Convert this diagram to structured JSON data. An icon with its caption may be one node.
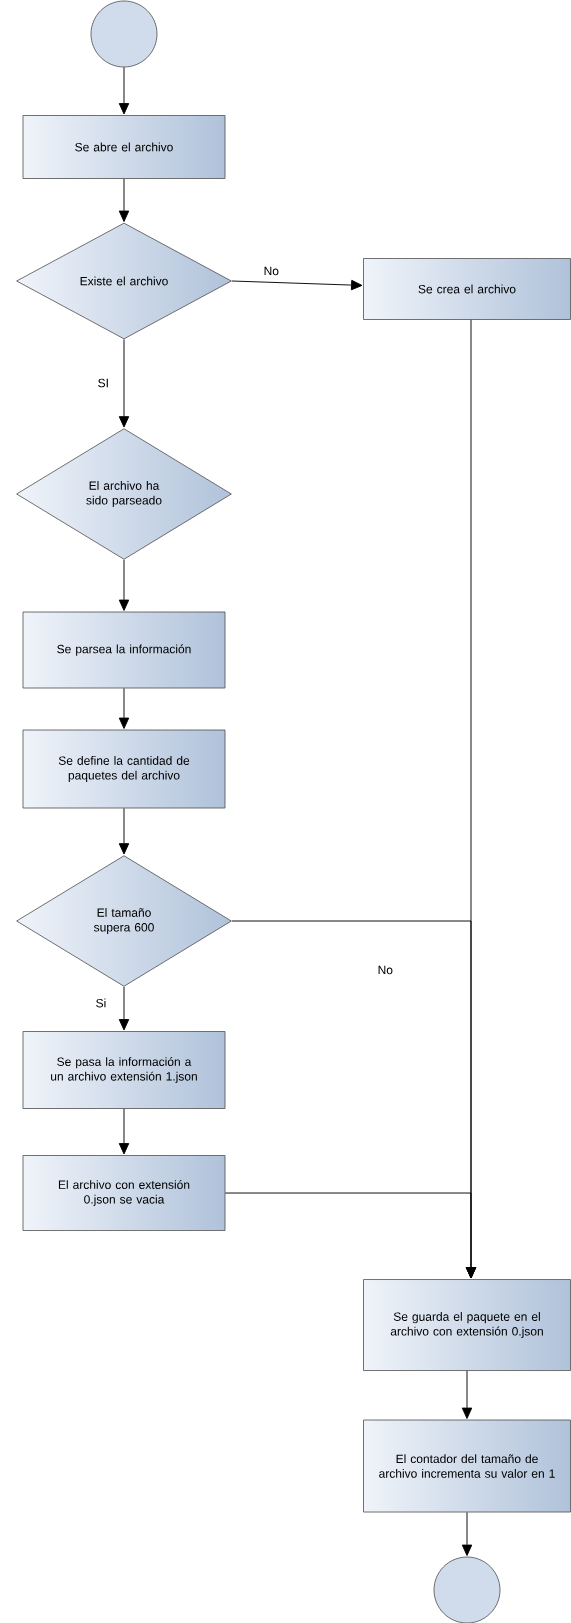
{
  "diagram": {
    "nodes": [
      {
        "text": [],
        "shape": "circle"
      },
      {
        "text": [
          "Se abre el archivo"
        ]
      },
      {
        "text": [
          "Existe el archivo"
        ]
      },
      {
        "text": [
          "Se crea el archivo"
        ]
      },
      {
        "text": [
          "El archivo ha sido parseado"
        ]
      },
      {
        "text": [
          "Se parsea la información"
        ]
      },
      {
        "text": [
          "Se define la cantidad de paquetes del archivo"
        ]
      },
      {
        "text": [
          "El tamaño supera 600"
        ]
      },
      {
        "text": [
          "Se pasa la información a un archivo extensión 1.json"
        ]
      },
      {
        "text": [
          "El archivo con extensión 0.json se vacia"
        ]
      },
      {
        "text": [
          "Se guarda el paquete en el archivo con extensión 0.json"
        ]
      },
      {
        "text": [
          "El contador del tamaño de archivo incrementa su valor en 1"
        ]
      },
      {
        "text": [],
        "shape": "circle"
      }
    ],
    "edges": [
      {
        "from": 0,
        "to": 1,
        "arrow": "to"
      },
      {
        "from": 1,
        "to": 2,
        "arrow": "to"
      },
      {
        "from": 2,
        "to": 3,
        "arrow": "to",
        "label": "No"
      },
      {
        "from": 2,
        "to": 4,
        "arrow": "to",
        "label": "SI"
      },
      {
        "from": 4,
        "to": 5,
        "arrow": "to"
      },
      {
        "from": 5,
        "to": 6,
        "arrow": "to"
      },
      {
        "from": 6,
        "to": 7,
        "arrow": "to"
      },
      {
        "from": 7,
        "to": 8,
        "arrow": "to",
        "label": "Si"
      },
      {
        "from": 8,
        "to": 9,
        "arrow": "to"
      },
      {
        "from": 3,
        "to": 10,
        "arrow": "to"
      },
      {
        "from": 7,
        "to": 10,
        "arrow": "to",
        "label": "No"
      },
      {
        "from": 9,
        "to": 10,
        "arrow": "to"
      },
      {
        "from": 10,
        "to": 11,
        "arrow": "to"
      },
      {
        "from": 11,
        "to": 12,
        "arrow": "to"
      }
    ]
  }
}
